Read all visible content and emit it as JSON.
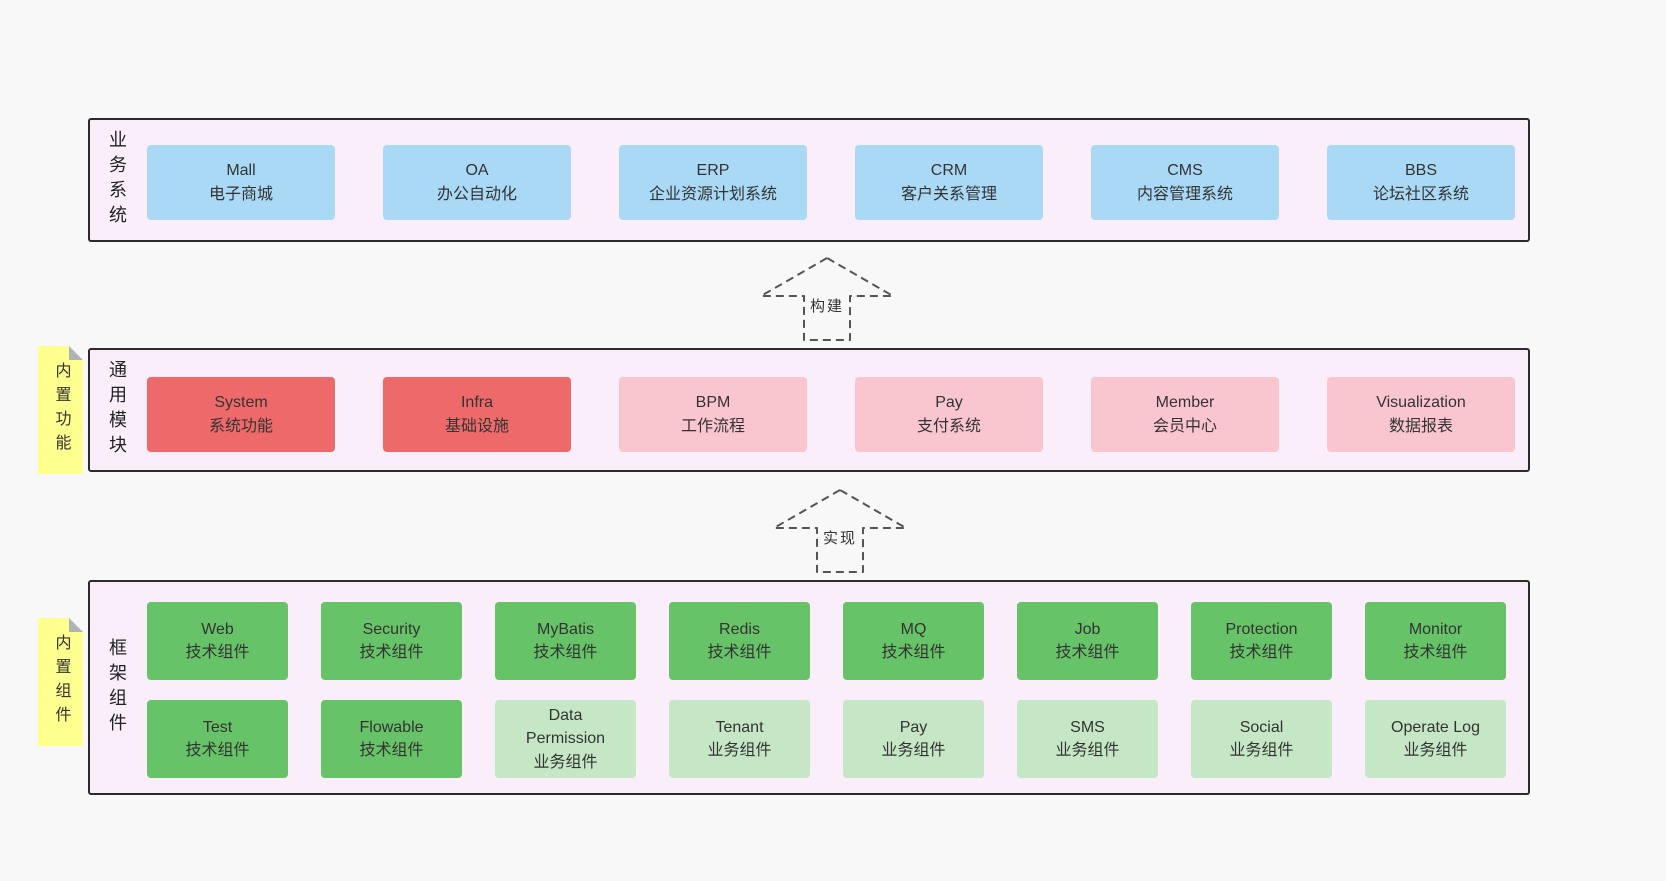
{
  "colors": {
    "page_bg": "#f8f8f8",
    "layer_bg": "#f9eef9",
    "border": "#2b2b2b",
    "blue": "#a9d9f5",
    "red": "#ee6a6a",
    "pink": "#f9c6d0",
    "green": "#67c367",
    "lightgreen": "#c6e7c6",
    "sticky": "#fdff8f",
    "fold": "#b3b3b3",
    "arrow": "#555555"
  },
  "layers": {
    "business": {
      "label": "业务系统",
      "items": [
        {
          "title": "Mall",
          "subtitle": "电子商城",
          "variant": "blue"
        },
        {
          "title": "OA",
          "subtitle": "办公自动化",
          "variant": "blue"
        },
        {
          "title": "ERP",
          "subtitle": "企业资源计划系统",
          "variant": "blue"
        },
        {
          "title": "CRM",
          "subtitle": "客户关系管理",
          "variant": "blue"
        },
        {
          "title": "CMS",
          "subtitle": "内容管理系统",
          "variant": "blue"
        },
        {
          "title": "BBS",
          "subtitle": "论坛社区系统",
          "variant": "blue"
        }
      ]
    },
    "modules": {
      "label": "通用模块",
      "sticky": "内置功能",
      "items": [
        {
          "title": "System",
          "subtitle": "系统功能",
          "variant": "red"
        },
        {
          "title": "Infra",
          "subtitle": "基础设施",
          "variant": "red"
        },
        {
          "title": "BPM",
          "subtitle": "工作流程",
          "variant": "pink"
        },
        {
          "title": "Pay",
          "subtitle": "支付系统",
          "variant": "pink"
        },
        {
          "title": "Member",
          "subtitle": "会员中心",
          "variant": "pink"
        },
        {
          "title": "Visualization",
          "subtitle": "数据报表",
          "variant": "pink"
        }
      ]
    },
    "components": {
      "label": "框架组件",
      "sticky": "内置组件",
      "rows": [
        [
          {
            "title": "Web",
            "subtitle": "技术组件",
            "variant": "green"
          },
          {
            "title": "Security",
            "subtitle": "技术组件",
            "variant": "green"
          },
          {
            "title": "MyBatis",
            "subtitle": "技术组件",
            "variant": "green"
          },
          {
            "title": "Redis",
            "subtitle": "技术组件",
            "variant": "green"
          },
          {
            "title": "MQ",
            "subtitle": "技术组件",
            "variant": "green"
          },
          {
            "title": "Job",
            "subtitle": "技术组件",
            "variant": "green"
          },
          {
            "title": "Protection",
            "subtitle": "技术组件",
            "variant": "green"
          },
          {
            "title": "Monitor",
            "subtitle": "技术组件",
            "variant": "green"
          }
        ],
        [
          {
            "title": "Test",
            "subtitle": "技术组件",
            "variant": "green"
          },
          {
            "title": "Flowable",
            "subtitle": "技术组件",
            "variant": "green"
          },
          {
            "title": "Data Permission",
            "subtitle": "业务组件",
            "variant": "lightgreen"
          },
          {
            "title": "Tenant",
            "subtitle": "业务组件",
            "variant": "lightgreen"
          },
          {
            "title": "Pay",
            "subtitle": "业务组件",
            "variant": "lightgreen"
          },
          {
            "title": "SMS",
            "subtitle": "业务组件",
            "variant": "lightgreen"
          },
          {
            "title": "Social",
            "subtitle": "业务组件",
            "variant": "lightgreen"
          },
          {
            "title": "Operate Log",
            "subtitle": "业务组件",
            "variant": "lightgreen"
          }
        ]
      ]
    }
  },
  "arrows": [
    {
      "label": "构建"
    },
    {
      "label": "实现"
    }
  ]
}
